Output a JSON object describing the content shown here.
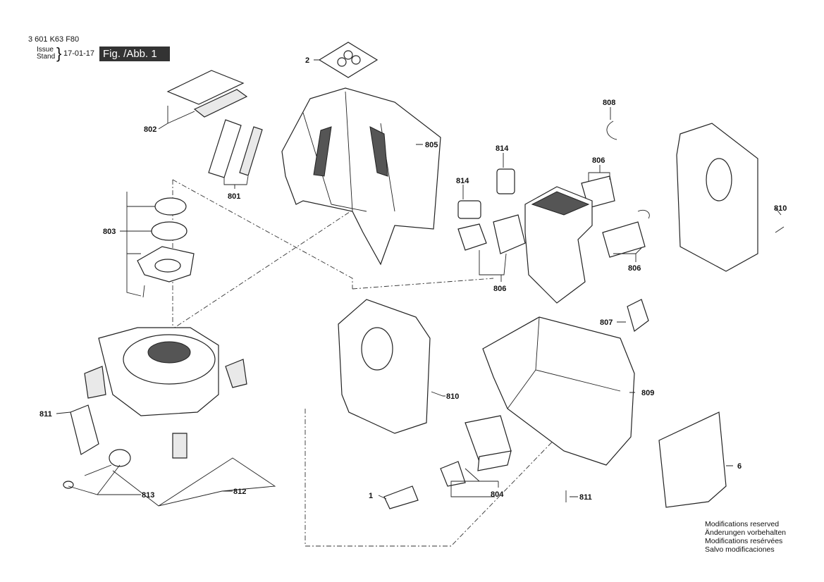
{
  "header": {
    "doc_number": "3 601 K63 F80",
    "issue_label": "Issue",
    "stand_label": "Stand",
    "date": "17-01-17",
    "figure_label": "Fig. /Abb. 1"
  },
  "footer": {
    "notes": [
      "Modifications reserved",
      "Änderungen vorbehalten",
      "Modifications resérvées",
      "Salvo modificaciones"
    ]
  },
  "callouts": [
    "2",
    "802",
    "805",
    "801",
    "808",
    "814",
    "814",
    "806",
    "810",
    "803",
    "806",
    "806",
    "807",
    "811",
    "810",
    "809",
    "6",
    "1",
    "804",
    "811",
    "813",
    "812"
  ]
}
